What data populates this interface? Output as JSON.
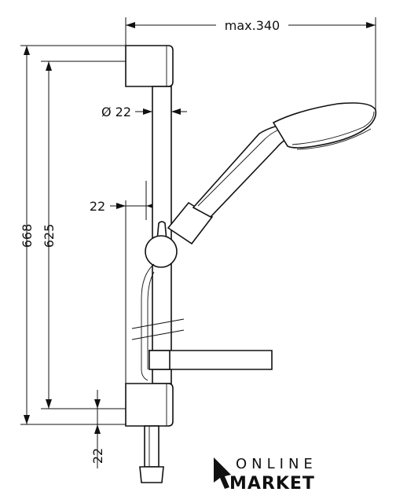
{
  "dimensions": {
    "width_max": "max.340",
    "bar_diameter": "Ø 22",
    "offset_wall": "22",
    "total_height": "668",
    "rail_height": "625",
    "bottom_offset": "22"
  },
  "logo": {
    "line1": "ONLINE",
    "line2": "MARKET",
    "icon": "cursor-arrow-icon"
  }
}
